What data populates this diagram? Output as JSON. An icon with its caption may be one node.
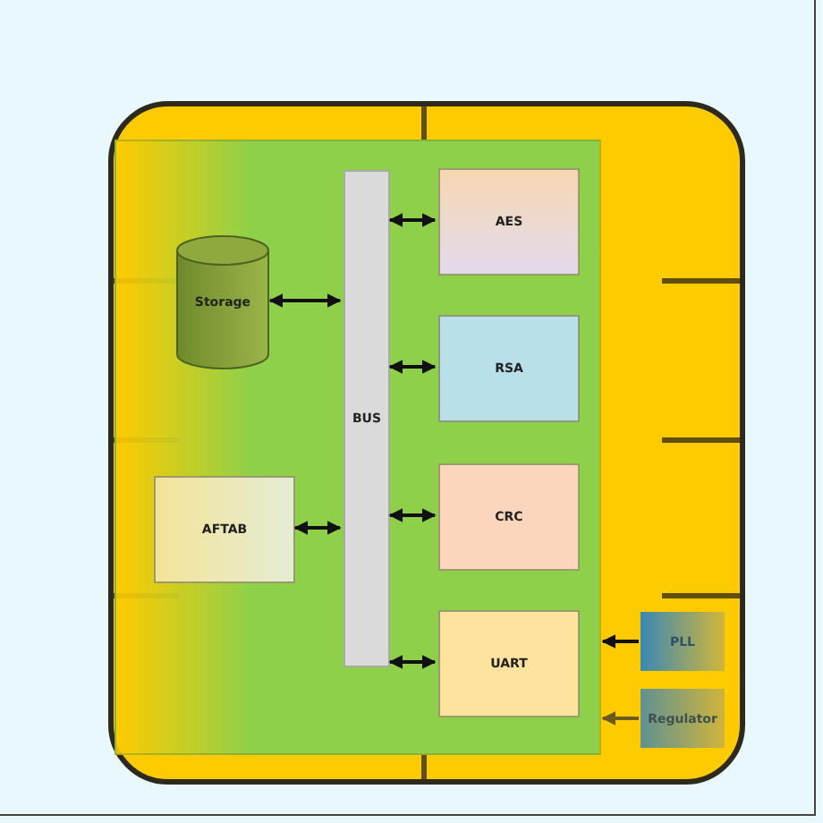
{
  "diagram": {
    "nodes": [
      {
        "text": [],
        "shape": "box"
      },
      {
        "text": [
          "BUS"
        ],
        "in": 0
      },
      {
        "text": [
          "Storage"
        ],
        "in": 0
      },
      {
        "text": [
          "AES"
        ],
        "in": 0
      },
      {
        "text": [
          "RSA"
        ],
        "in": 0
      },
      {
        "text": [
          "CRC"
        ],
        "in": 0
      },
      {
        "text": [
          "AFTAB"
        ],
        "in": 0
      },
      {
        "text": [
          "UART"
        ],
        "in": 0
      },
      {
        "text": [
          "PLL"
        ]
      },
      {
        "text": [
          "Regulator"
        ]
      }
    ],
    "edges": [
      {
        "from": 2,
        "to": 1,
        "arrow": "both"
      },
      {
        "from": 3,
        "to": 1,
        "arrow": "both"
      },
      {
        "from": 4,
        "to": 1,
        "arrow": "both"
      },
      {
        "from": 5,
        "to": 1,
        "arrow": "both"
      },
      {
        "from": 6,
        "to": 1,
        "arrow": "both"
      },
      {
        "from": 7,
        "to": 1,
        "arrow": "both"
      },
      {
        "from": 8,
        "to": 0,
        "arrow": "to"
      },
      {
        "from": 9,
        "to": 0,
        "arrow": "to",
        "color": "#6b5a1e"
      }
    ]
  }
}
